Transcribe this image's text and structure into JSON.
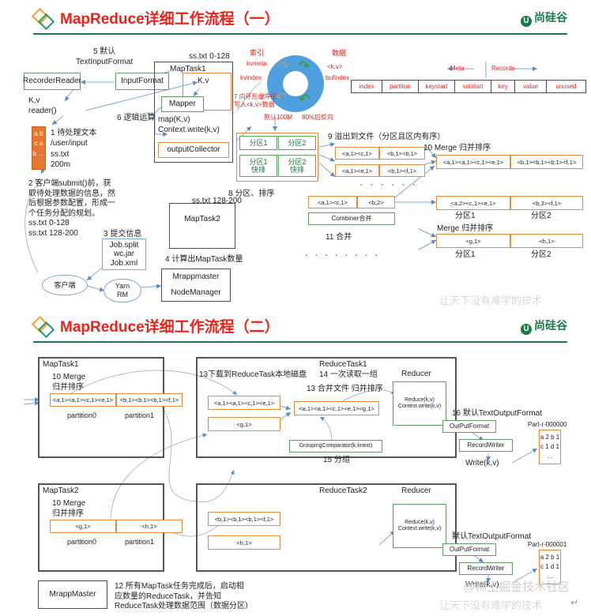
{
  "slide1": {
    "header": {
      "title": "MapReduce详细工作流程（一）",
      "brand": "尚硅谷",
      "logo_glyph": "U"
    },
    "labels": {
      "step5": "5 默认\nTextInputFormat",
      "recorder_reader": "RecorderReader",
      "input_format": "InputFormat",
      "sstxt_0_128": "ss.txt 0-128",
      "maptask1": "MapTask1",
      "kv": "K,v",
      "mapper": "Mapper",
      "kv_reader": "K,v\nreader()",
      "step6": "6 逻辑运算",
      "map_context": "map(K,v)\nContext.write(k,v)",
      "output_collector": "outputCollector",
      "step1": "1 待处理文本\n/user/input",
      "file_name": "ss.txt\n200m",
      "strip_chars": "a\nb\nc\na\nb\n…",
      "step2": "2 客户端submit()前，获\n取待处理数据的信息，然\n后根据参数配置，形成一\n个任务分配的规划。\nss.txt  0-128\nss.txt  128-200",
      "step3": "3 提交信息",
      "job_files": "Job.split\nwc.jar\nJob.xml",
      "client": "客户端",
      "yarn_rm": "Yarn\nRM",
      "step4": "4 计算出MapTask数量",
      "mrappmaster": "Mrappmaster",
      "nodemanager": "NodeManager",
      "sstxt_128_200": "ss.txt 128-200",
      "maptask2": "MapTask2",
      "ring_index": "索引",
      "ring_kvmeta": "kvmeta",
      "ring_kvindex": "kvindex",
      "ring_data": "数据",
      "ring_kv": "<k,v>",
      "ring_bufindex": "bufindex",
      "ring_default": "默认100M",
      "ring_reverse": "80%后反向",
      "step7": "7 向环形缓冲区\n写入<k,v>数据",
      "meta": "Meta",
      "records": "Records",
      "step8": "8 分区、排序",
      "step9": "9 溢出到文件（分区且区内有序）",
      "step10": "10 Merge 归并排序",
      "combiner": "Combiner合并",
      "step11": "11 合并",
      "merge2": "Merge 归并排序",
      "partition1": "分区1",
      "partition2": "分区2",
      "dots_mid": "· · · ·",
      "dots_row": "· · ·    · · ·",
      "dots_under": ". . . .   . . . ."
    },
    "buffer_table": {
      "columns": [
        "index",
        "partiton",
        "keystart",
        "valstart",
        "key",
        "value",
        "unused"
      ]
    },
    "partition_boxes": {
      "top": [
        "分区1",
        "分区2"
      ],
      "bottom": [
        "分区1\n快排",
        "分区2\n快排"
      ]
    },
    "spill_rows": [
      [
        "<a,1><c,1>",
        "<b,1><b,1>"
      ],
      [
        "<a,1><e,1>",
        "<b,1><f,1>"
      ]
    ],
    "merge_row": [
      "<a,1><a,1><c,1><e,1>",
      "<b,1><b,1><b,1><f,1>"
    ],
    "combiner_row": [
      "<a,1><c,1>",
      "<b,2>"
    ],
    "combined_merge_row": [
      "<a,2><c,1><e,1>",
      "<b,3><f,1>"
    ],
    "gh_merge_row": [
      "<g,1>",
      "<h,1>"
    ],
    "watermark": "让天下没有难学的技术"
  },
  "slide2": {
    "header": {
      "title": "MapReduce详细工作流程（二）",
      "brand": "尚硅谷",
      "logo_glyph": "U"
    },
    "maptask1": {
      "title": "MapTask1",
      "step10": "10 Merge\n归并排序",
      "cells": [
        "<a,1><a,1><c,1><e,1>",
        "<b,1><b,1><b,1><f,1>"
      ],
      "partitions": [
        "partition0",
        "partition1"
      ]
    },
    "maptask2": {
      "title": "MapTask2",
      "step10": "10 Merge\n归并排序",
      "cells": [
        "<g,1>",
        "<h,1>"
      ],
      "partitions": [
        "partition0",
        "partition1"
      ]
    },
    "reducetask1": {
      "title": "ReduceTask1",
      "step13_download": "13下载到ReduceTask本地磁盘",
      "step14": "14 一次读取一组",
      "step13_merge": "13 合并文件 归并排序",
      "inputs": [
        "<a,1><a,1><c,1><e,1>",
        "<g,1>"
      ],
      "merged": "<a,1><a,1><c,1><e,1><g,1>",
      "grouping": "GroupingComparator(k,knext)",
      "step15": "15 分组",
      "reducer_title": "Reducer",
      "reducer_body": "Reduce(k,v)\nContext.write(k,v)",
      "step16": "16 默认TextOutputFormat",
      "output_format": "OutPutFormat",
      "record_writer": "RecordWriter",
      "write_kv": "Write(k,v)",
      "part_name": "Part-r-000000",
      "part_lines": "a 2\nb 1\nc 1\nd 1\n…"
    },
    "reducetask2": {
      "title": "ReduceTask2",
      "inputs": [
        "<b,1><b,1><b,1><f,1>",
        "<h,1>"
      ],
      "reducer_title": "Reducer",
      "reducer_body": "Reduce(k,v)\nContext.write(k,v)",
      "output_label": "默认TextOutputFormat",
      "output_format": "OutPutFormat",
      "record_writer": "RecordWriter",
      "write_kv": "Write(k,v)",
      "part_name": "Part-r-000001",
      "part_lines": "a 2\nb 1\nc 1\nd 1\n…"
    },
    "mrappmaster": "MrappMaster",
    "step12": "12 所有MapTask任务完成后，启动相\n应数量的ReduceTask，并告知\nReduceTask处理数据范围（数据分区）",
    "watermark_brand": "@稀土掘金技术社区",
    "watermark": "让天下没有难学的技术"
  }
}
